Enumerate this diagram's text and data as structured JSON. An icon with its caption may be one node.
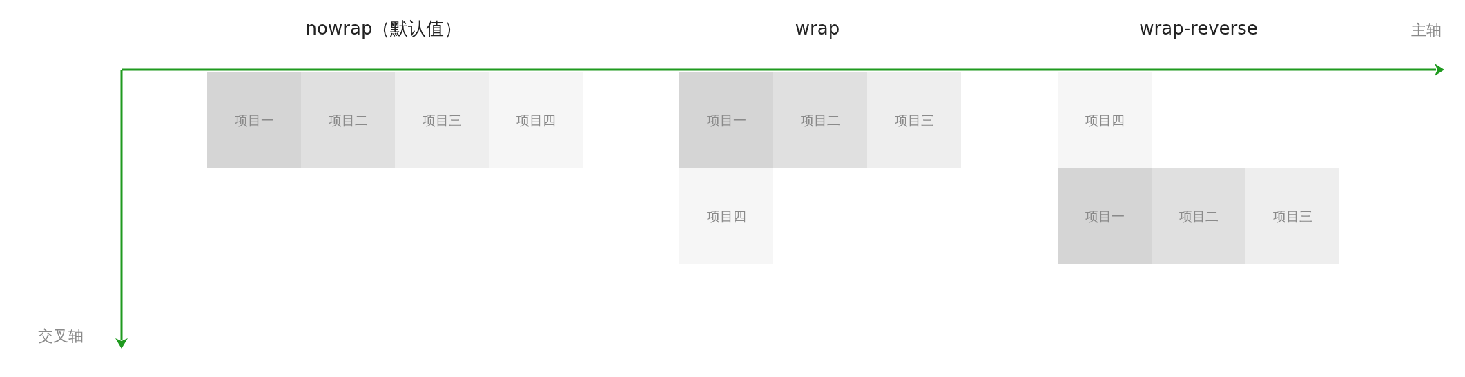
{
  "diagram": {
    "nodes": [
      {
        "text": [
          "项目一"
        ]
      },
      {
        "text": [
          "项目二"
        ]
      },
      {
        "text": [
          "项目三"
        ]
      },
      {
        "text": [
          "项目四"
        ]
      },
      {
        "text": [
          "项目一"
        ]
      },
      {
        "text": [
          "项目二"
        ]
      },
      {
        "text": [
          "项目三"
        ]
      },
      {
        "text": [
          "项目四"
        ]
      },
      {
        "text": [
          "项目四"
        ]
      },
      {
        "text": [
          "项目一"
        ]
      },
      {
        "text": [
          "项目二"
        ]
      },
      {
        "text": [
          "项目三"
        ]
      }
    ],
    "labels": [
      "nowrap（默认值）",
      "wrap",
      "wrap-reverse",
      "主轴",
      "交叉轴"
    ]
  }
}
